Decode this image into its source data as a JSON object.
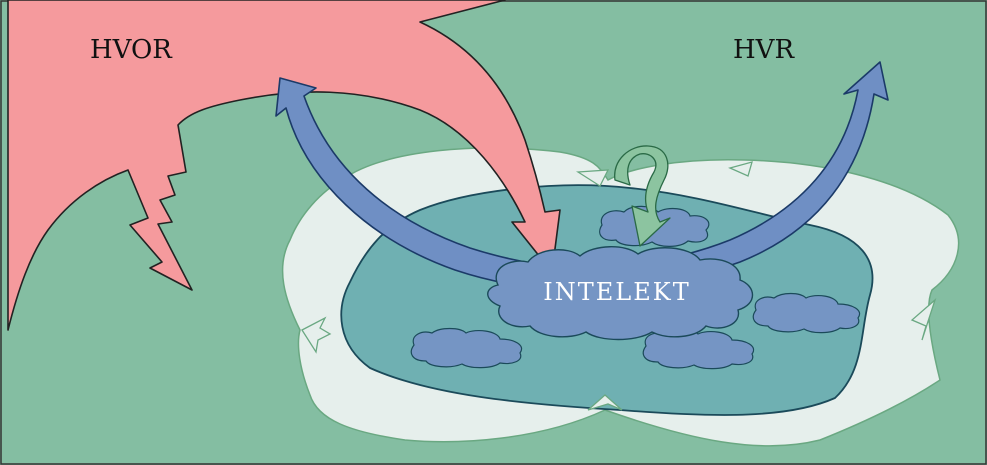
{
  "labels": {
    "red_region": "HVOR",
    "green_region": "HVR",
    "center": "INTELEKT"
  },
  "colors": {
    "background_green": "#84bea2",
    "red_region": "#f59a9d",
    "outer_cloud": "#e6efec",
    "inner_pool": "#6fb0b2",
    "blue_cloud": "#7595c4",
    "blue_arrow": "#6f8fc4",
    "green_arrow": "#8cc4a0",
    "outline": "#1b4a5a"
  }
}
